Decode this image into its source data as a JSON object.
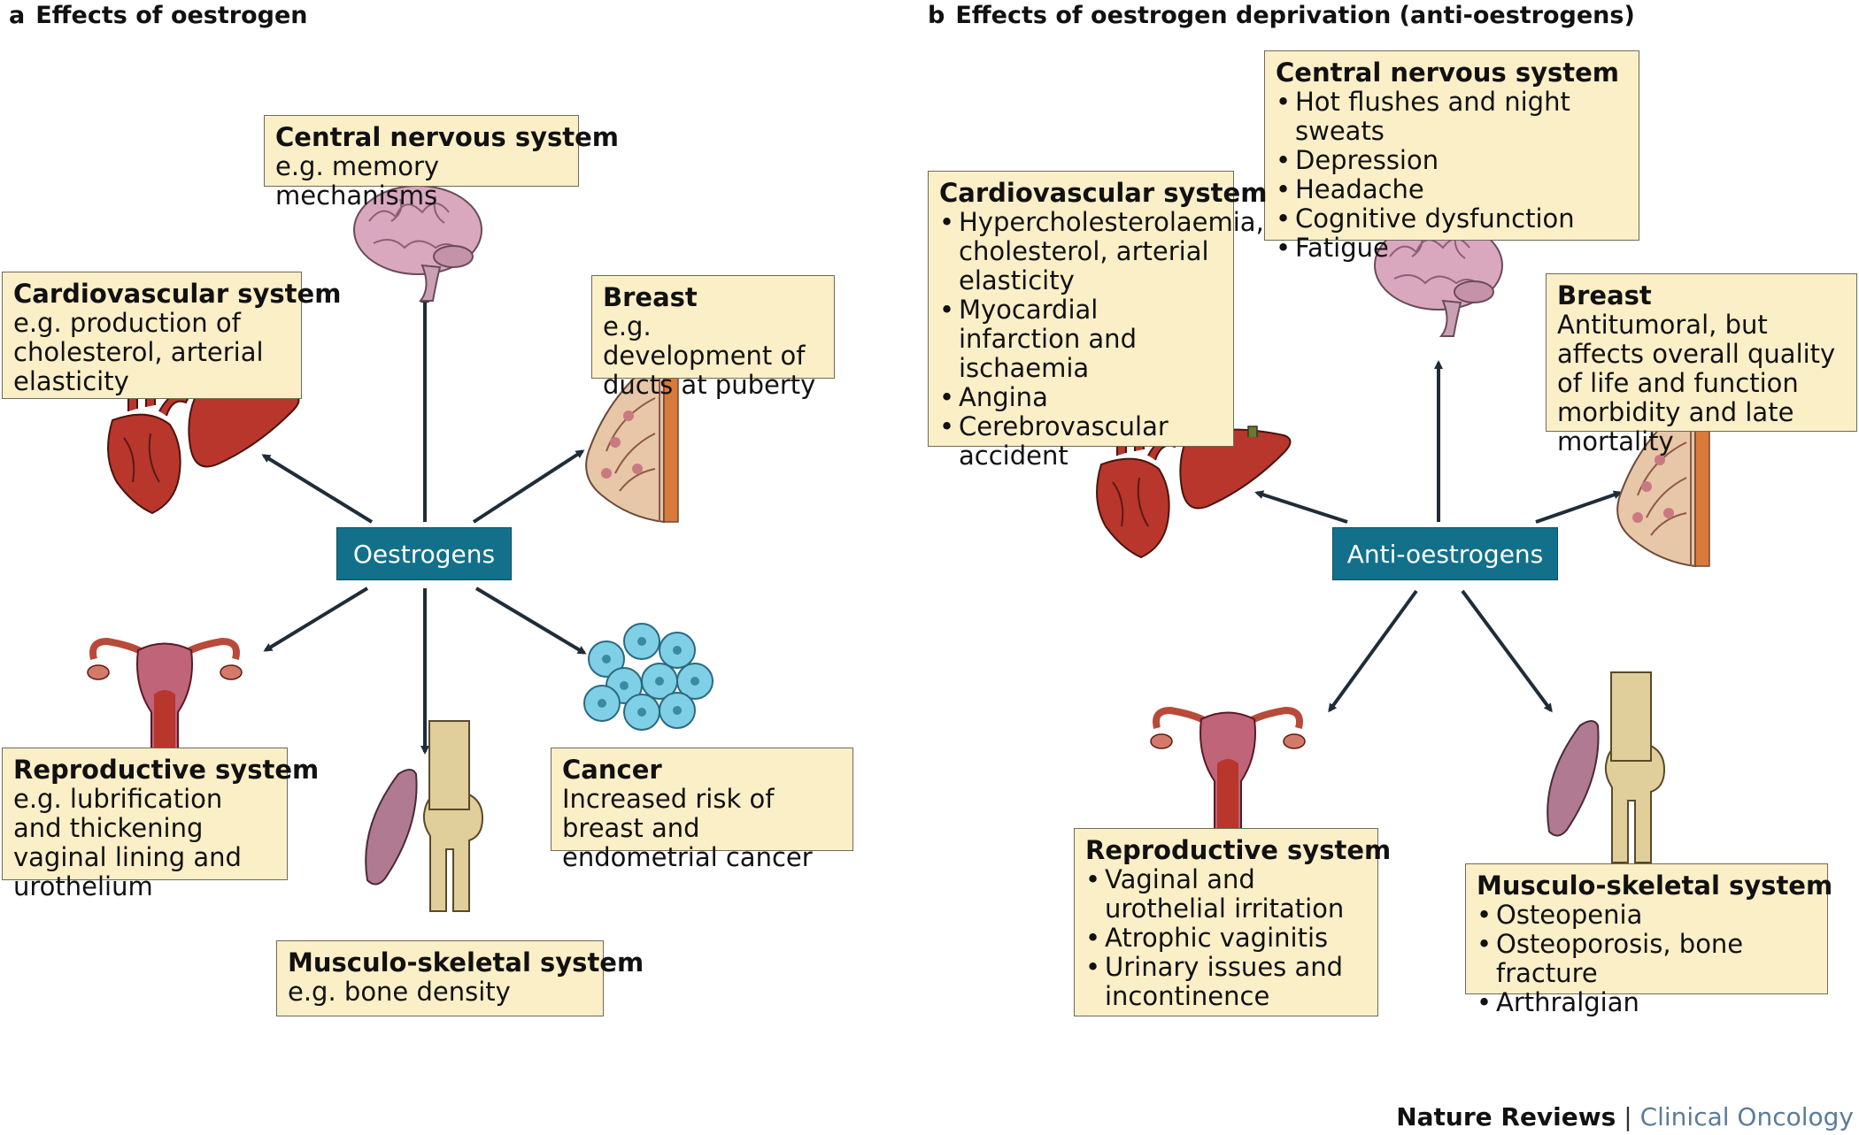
{
  "panel_a": {
    "letter": "a",
    "title": "Effects of oestrogen",
    "center": "Oestrogens",
    "cns": {
      "title": "Central nervous system",
      "body": "e.g. memory mechanisms"
    },
    "cardio": {
      "title": "Cardiovascular system",
      "body": "e.g. production of cholesterol, arterial elasticity"
    },
    "breast": {
      "title": "Breast",
      "body": "e.g. development of ducts at puberty"
    },
    "reproductive": {
      "title": "Reproductive system",
      "body": "e.g. lubrification and thickening vaginal lining and urothelium"
    },
    "cancer": {
      "title": "Cancer",
      "body": "Increased risk of breast and endometrial cancer"
    },
    "musculo": {
      "title": "Musculo-skeletal system",
      "body": "e.g. bone density"
    }
  },
  "panel_b": {
    "letter": "b",
    "title": "Effects of oestrogen deprivation (anti-oestrogens)",
    "center": "Anti-oestrogens",
    "cns": {
      "title": "Central nervous system",
      "items": [
        "Hot flushes and night sweats",
        "Depression",
        "Headache",
        "Cognitive dysfunction",
        "Fatigue"
      ]
    },
    "cardio": {
      "title": "Cardiovascular system",
      "items": [
        "Hypercholesterolaemia, cholesterol, arterial elasticity",
        "Myocardial infarction and ischaemia",
        "Angina",
        "Cerebrovascular accident"
      ]
    },
    "breast": {
      "title": "Breast",
      "body": "Antitumoral, but affects overall quality of life and function morbidity and late mortality"
    },
    "reproductive": {
      "title": "Reproductive system",
      "items": [
        "Vaginal and urothelial irritation",
        "Atrophic vaginitis",
        "Urinary issues and incontinence"
      ]
    },
    "musculo": {
      "title": "Musculo-skeletal system",
      "items": [
        "Osteopenia",
        "Osteoporosis, bone fracture",
        "Arthralgian"
      ]
    }
  },
  "footer": {
    "brand": "Nature Reviews",
    "separator": "|",
    "journal": "Clinical Oncology"
  },
  "colors": {
    "box_fill": "#fbefc8",
    "center_fill": "#12708a",
    "arrow": "#1f2d3a",
    "organ_red": "#b8362b",
    "brain_pink": "#d9a8bf",
    "cell_blue": "#7fd0e6"
  }
}
